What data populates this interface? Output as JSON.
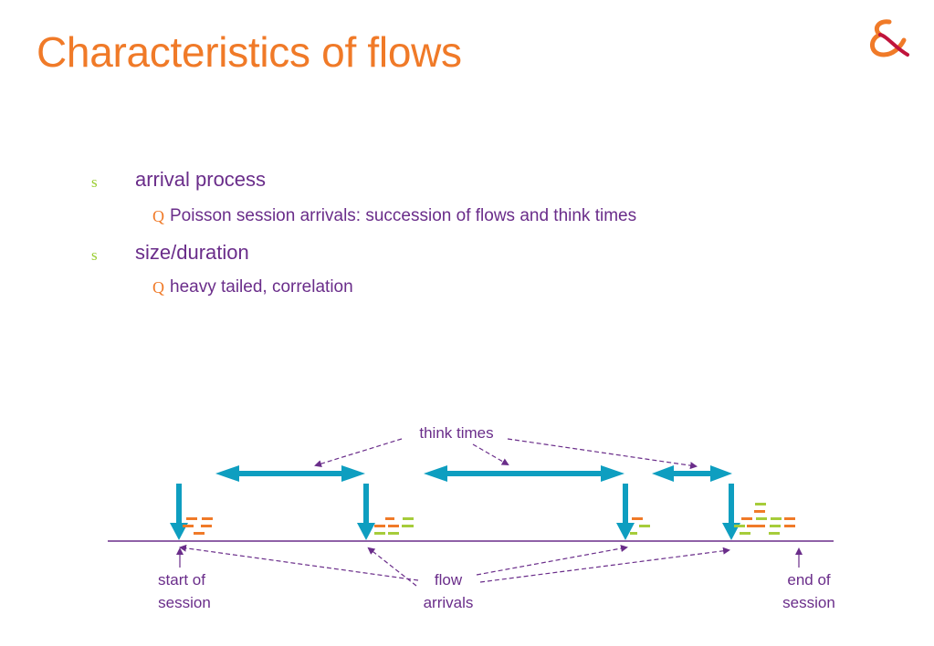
{
  "slide": {
    "title": "Characteristics of flows",
    "bullets": [
      {
        "label": "arrival process",
        "bullet_glyph": "s",
        "sub": [
          {
            "label": "Poisson session arrivals: succession of flows and think times",
            "bullet_glyph": "Q"
          }
        ]
      },
      {
        "label": "size/duration",
        "bullet_glyph": "s",
        "sub": [
          {
            "label": "heavy tailed, correlation",
            "bullet_glyph": "Q"
          }
        ]
      }
    ]
  },
  "diagram": {
    "think_times_label": "think times",
    "start_label_line1": "start of",
    "start_label_line2": "session",
    "flow_label_line1": "flow",
    "flow_label_line2": "arrivals",
    "end_label_line1": "end of",
    "end_label_line2": "session"
  },
  "colors": {
    "title": "#f07a28",
    "text": "#6a2d8a",
    "arrow": "#0e9ec0",
    "flow_orange": "#f07a28",
    "flow_green": "#a6cc3a",
    "timeline": "#6a2d8a"
  },
  "icons": {
    "logo": "ampersand-logo"
  }
}
